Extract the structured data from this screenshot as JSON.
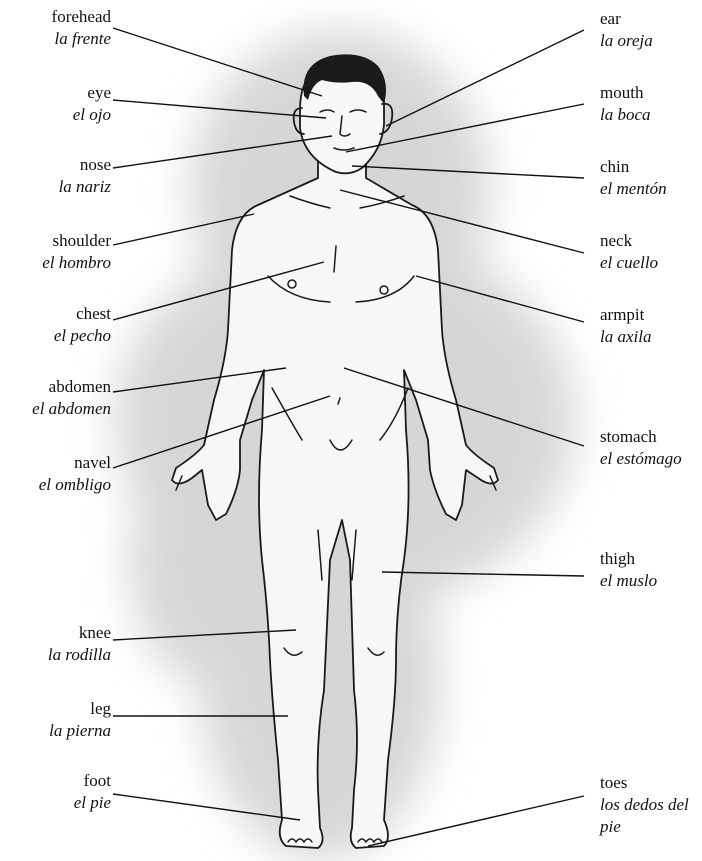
{
  "labels_left": [
    {
      "id": "forehead",
      "en": "forehead",
      "es": "la frente"
    },
    {
      "id": "eye",
      "en": "eye",
      "es": "el ojo"
    },
    {
      "id": "nose",
      "en": "nose",
      "es": "la nariz"
    },
    {
      "id": "shoulder",
      "en": "shoulder",
      "es": "el hombro"
    },
    {
      "id": "chest",
      "en": "chest",
      "es": "el pecho"
    },
    {
      "id": "abdomen",
      "en": "abdomen",
      "es": "el abdomen"
    },
    {
      "id": "navel",
      "en": "navel",
      "es": "el ombligo"
    },
    {
      "id": "knee",
      "en": "knee",
      "es": "la rodilla"
    },
    {
      "id": "leg",
      "en": "leg",
      "es": "la pierna"
    },
    {
      "id": "foot",
      "en": "foot",
      "es": "el pie"
    }
  ],
  "labels_right": [
    {
      "id": "ear",
      "en": "ear",
      "es": "la oreja"
    },
    {
      "id": "mouth",
      "en": "mouth",
      "es": "la boca"
    },
    {
      "id": "chin",
      "en": "chin",
      "es": "el mentón"
    },
    {
      "id": "neck",
      "en": "neck",
      "es": "el cuello"
    },
    {
      "id": "armpit",
      "en": "armpit",
      "es": "la axila"
    },
    {
      "id": "stomach",
      "en": "stomach",
      "es": "el estómago"
    },
    {
      "id": "thigh",
      "en": "thigh",
      "es": "el muslo"
    },
    {
      "id": "toes",
      "en": "toes",
      "es": "los dedos del pie"
    }
  ]
}
